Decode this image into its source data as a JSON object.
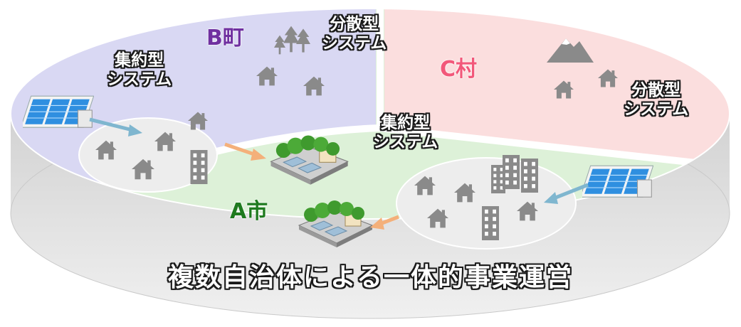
{
  "regions": {
    "b": {
      "name": "B町",
      "color": "#7030a0"
    },
    "c": {
      "name": "C村",
      "color": "#f2587a"
    },
    "a": {
      "name": "A市",
      "color": "#1e7a1e"
    }
  },
  "labels": {
    "b_central": "集約型\nシステム",
    "b_distributed": "分散型\nシステム",
    "c_distributed": "分散型\nシステム",
    "a_central": "集約型\nシステム",
    "caption": "複数自治体による一体的事業運営"
  },
  "colors": {
    "b_area": "#d9d8f3",
    "c_area": "#fbdede",
    "a_area": "#ddf1d8",
    "rim": "#dcdcdc",
    "house": "#8a8a8a",
    "arrow_blue": "#7fb6cf",
    "arrow_orange": "#f4b07a"
  },
  "icons": [
    "house-icon",
    "building-icon",
    "tree-icon",
    "mountain-icon",
    "treatment-plant-icon",
    "purification-facility-icon"
  ]
}
